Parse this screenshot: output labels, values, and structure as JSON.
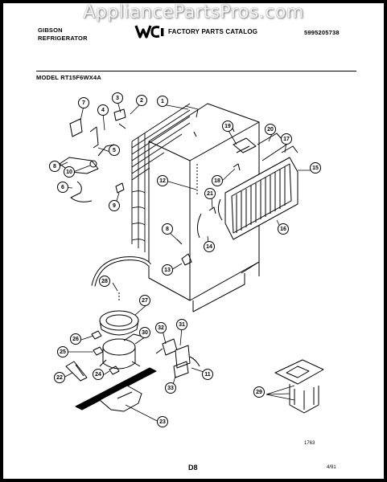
{
  "watermark": "AppliancePartsPros.com",
  "header": {
    "brand_line1": "GIBSON",
    "brand_line2": "REFRIGERATOR",
    "catalog_title": "FACTORY PARTS CATALOG",
    "catalog_number": "5995205738",
    "model": "MODEL RT15F6WX4A"
  },
  "callouts": [
    "1",
    "2",
    "3",
    "4",
    "5",
    "6",
    "7",
    "8",
    "8",
    "9",
    "10",
    "11",
    "12",
    "13",
    "14",
    "15",
    "16",
    "17",
    "18",
    "19",
    "20",
    "21",
    "22",
    "23",
    "24",
    "25",
    "26",
    "27",
    "28",
    "29",
    "30",
    "31",
    "32",
    "33"
  ],
  "footer": {
    "diagram_code": "1763",
    "page_code": "D8",
    "date": "4/91"
  }
}
